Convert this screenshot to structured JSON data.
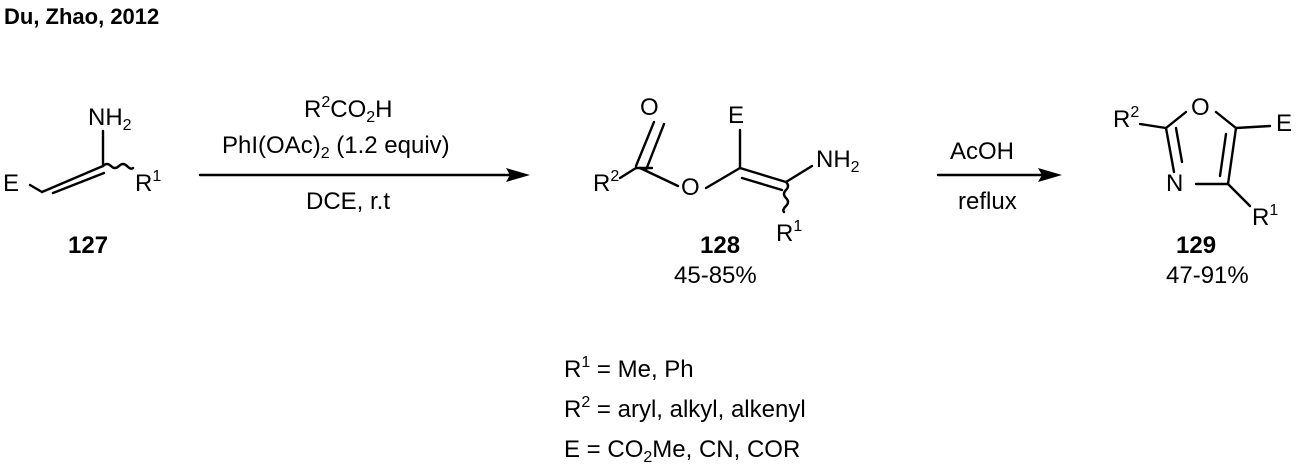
{
  "header": {
    "citation": "Du, Zhao, 2012"
  },
  "compound127": {
    "label": "127",
    "nh2": "NH",
    "nh2_sub": "2",
    "e": "E",
    "r1": "R",
    "r1_sup": "1"
  },
  "step1": {
    "reagent1_r": "R",
    "reagent1_sup": "2",
    "reagent1_co": "CO",
    "reagent1_sub": "2",
    "reagent1_h": "H",
    "reagent2_a": "PhI(OAc)",
    "reagent2_sub": "2",
    "reagent2_b": " (1.2 equiv)",
    "conditions": "DCE, r.t"
  },
  "compound128": {
    "label": "128",
    "yield": "45-85%",
    "o_carbonyl": "O",
    "o_ester": "O",
    "e": "E",
    "nh2": "NH",
    "nh2_sub": "2",
    "r2": "R",
    "r2_sup": "2",
    "r1": "R",
    "r1_sup": "1"
  },
  "step2": {
    "reagent": "AcOH",
    "conditions": "reflux"
  },
  "compound129": {
    "label": "129",
    "yield": "47-91%",
    "o_ring": "O",
    "n_ring": "N",
    "e": "E",
    "r2": "R",
    "r2_sup": "2",
    "r1": "R",
    "r1_sup": "1"
  },
  "legend": {
    "r1_sym": "R",
    "r1_sup": "1",
    "r1_text": " = Me, Ph",
    "r2_sym": "R",
    "r2_sup": "2",
    "r2_text": " = aryl, alkyl, alkenyl",
    "e_text_a": "E = CO",
    "e_sub": "2",
    "e_text_b": "Me, CN, COR"
  }
}
